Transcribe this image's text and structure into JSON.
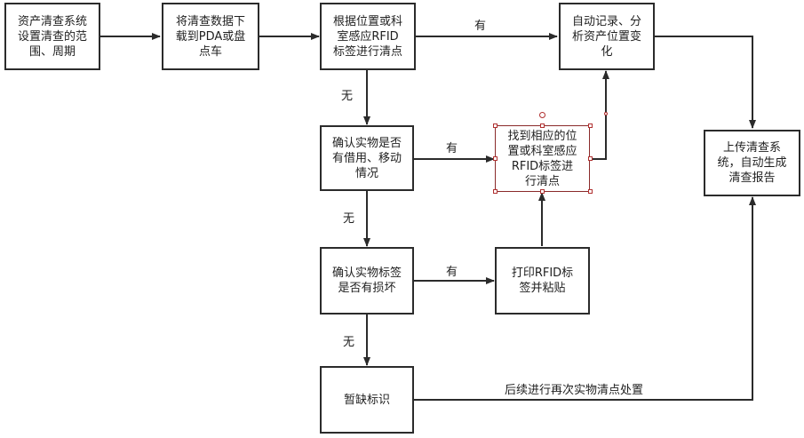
{
  "nodes": {
    "set_scope": "资产清查系统\n设置清查的范\n围、周期",
    "download": "将清查数据下\n载到PDA或盘\n点车",
    "scan": "根据位置或科\n室感应RFID\n标签进行清点",
    "auto_record": "自动记录、分\n析资产位置变\n化",
    "check_borrow": "确认实物是否\n有借用、移动\n情况",
    "find_location": "找到相应的位\n置或科室感应\nRFID标签进\n行清点",
    "upload": "上传清查系\n统，自动生成\n清查报告",
    "check_tag": "确认实物标签\n是否有损坏",
    "print_tag": "打印RFID标\n签并粘贴",
    "temp_missing": "暂缺标识"
  },
  "edge_labels": {
    "yes_top": "有",
    "no_1": "无",
    "yes_mid": "有",
    "no_2": "无",
    "yes_low": "有",
    "no_3": "无",
    "follow_up": "后续进行再次实物清点处置"
  }
}
